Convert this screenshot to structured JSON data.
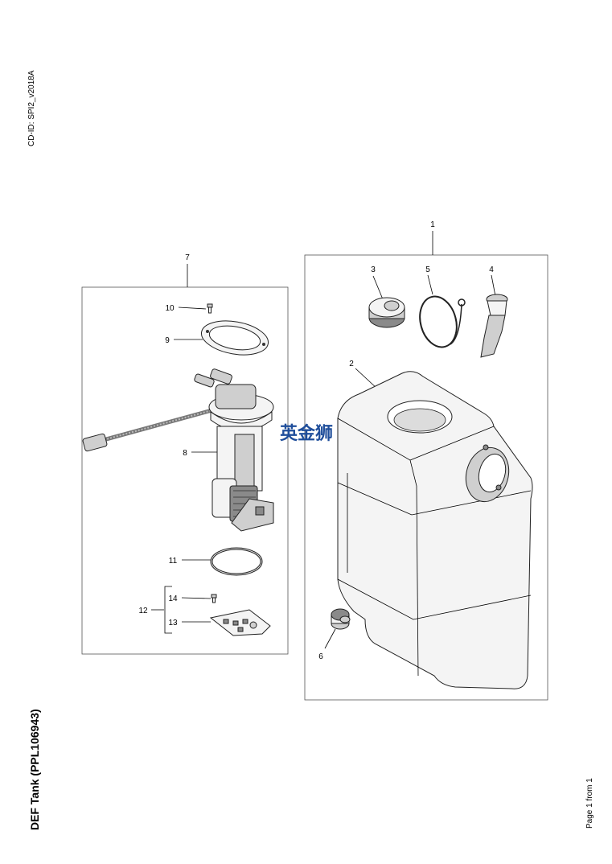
{
  "header": {
    "cd_id": "CD-ID: SPI2_v2018A"
  },
  "document": {
    "title": "DEF Tank (PPL106943)",
    "page": "Page 1 from 1"
  },
  "watermark": "英金狮",
  "callouts": {
    "c1": "1",
    "c2": "2",
    "c3": "3",
    "c4": "4",
    "c5": "5",
    "c6": "6",
    "c7": "7",
    "c8": "8",
    "c9": "9",
    "c10": "10",
    "c11": "11",
    "c12": "12",
    "c13": "13",
    "c14": "14"
  }
}
